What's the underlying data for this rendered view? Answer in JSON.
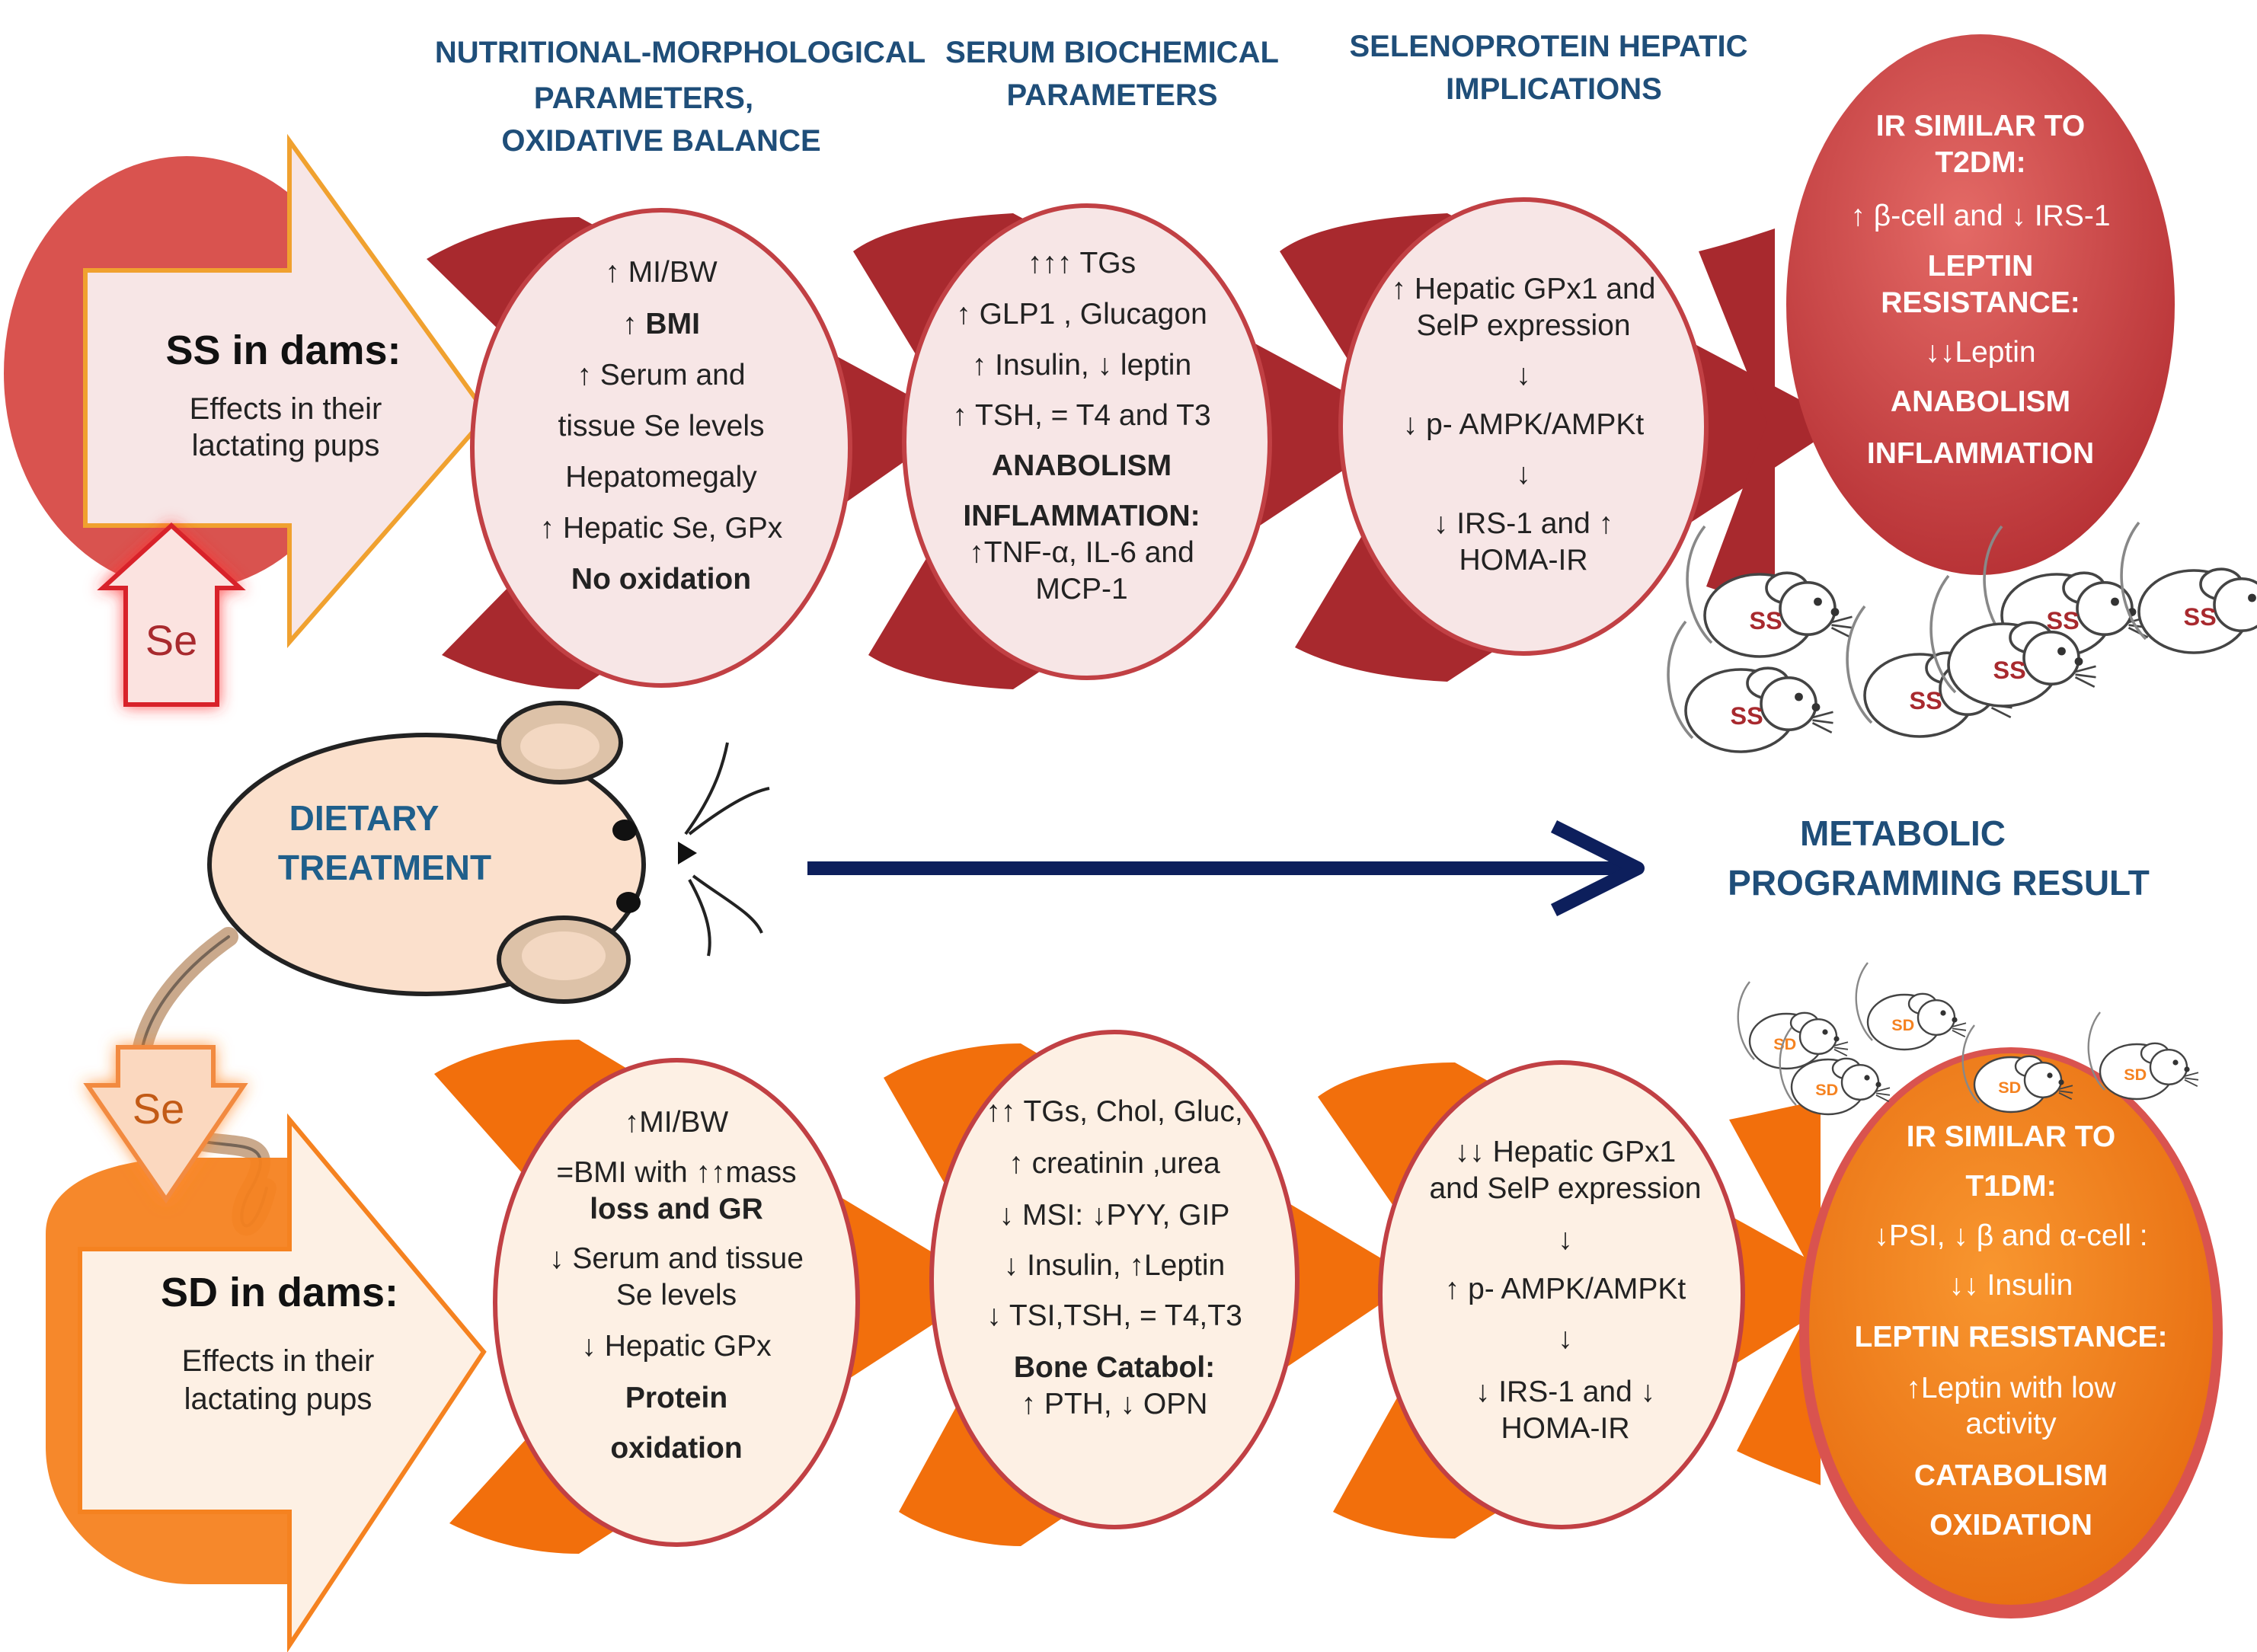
{
  "headers": {
    "col1": [
      "NUTRITIONAL-MORPHOLOGICAL",
      "PARAMETERS,",
      "OXIDATIVE BALANCE"
    ],
    "col2": [
      "SERUM BIOCHEMICAL",
      "PARAMETERS"
    ],
    "col3": [
      "SELENOPROTEIN HEPATIC",
      "IMPLICATIONS"
    ]
  },
  "ss": {
    "title": "SS in dams:",
    "subtitle": [
      "Effects in their",
      "lactating pups"
    ],
    "se_label": "Se",
    "box1": [
      "↑ MI/BW",
      "↑ BMI",
      "↑ Serum and",
      "tissue Se levels",
      "Hepatomegaly",
      "↑ Hepatic Se, GPx",
      "No oxidation"
    ],
    "box2": [
      "↑↑↑ TGs",
      "↑ GLP1 , Glucagon",
      "↑ Insulin, ↓ leptin",
      "↑ TSH, = T4 and T3",
      "ANABOLISM",
      "INFLAMMATION:",
      "↑TNF-α, IL-6 and",
      "MCP-1"
    ],
    "box3": [
      "↑ Hepatic  GPx1 and",
      "SelP expression",
      "↓",
      "↓ p- AMPK/AMPKt",
      "↓",
      "↓ IRS-1 and ↑",
      "HOMA-IR"
    ],
    "result": [
      "IR SIMILAR TO",
      "T2DM:",
      "↑ β-cell  and ↓ IRS-1",
      "LEPTIN",
      "RESISTANCE:",
      "↓↓Leptin",
      "ANABOLISM",
      "INFLAMMATION"
    ],
    "mouse_label": "SS"
  },
  "sd": {
    "title": "SD in dams:",
    "subtitle": [
      "Effects in their",
      "lactating pups"
    ],
    "se_label": "Se",
    "box1": [
      "↑MI/BW",
      "=BMI with ↑↑mass",
      "loss and GR",
      "↓ Serum and tissue",
      "Se levels",
      "↓ Hepatic GPx",
      "Protein",
      "oxidation"
    ],
    "box2": [
      "↑↑ TGs, Chol, Gluc,",
      "↑  creatinin ,urea",
      "↓ MSI: ↓PYY, GIP",
      "↓  Insulin, ↑Leptin",
      "↓ TSI,TSH, = T4,T3",
      "Bone Catabol:",
      "↑ PTH,  ↓ OPN"
    ],
    "box3": [
      "↓↓ Hepatic  GPx1",
      "and SelP expression",
      "↓",
      "↑ p- AMPK/AMPKt",
      "↓",
      "↓ IRS-1 and ↓",
      "HOMA-IR"
    ],
    "result": [
      "IR SIMILAR TO",
      "T1DM:",
      "↓PSI, ↓ β and α-cell :",
      "↓↓  Insulin",
      "LEPTIN RESISTANCE:",
      "↑Leptin with low",
      "activity",
      "CATABOLISM",
      "OXIDATION"
    ],
    "mouse_label": "SD"
  },
  "center": {
    "dietary": [
      "DIETARY",
      "TREATMENT"
    ],
    "metabolic": [
      "METABOLIC",
      "PROGRAMMING RESULT"
    ]
  },
  "colors": {
    "ss_dark": "#a8292e",
    "ss_mid": "#d9534f",
    "ss_light": "#f7e6e6",
    "sd_dark": "#e8610c",
    "sd_mid": "#f58220",
    "sd_light": "#fdf0e4",
    "header": "#1f4e79",
    "arrow": "#0d1f5c"
  }
}
